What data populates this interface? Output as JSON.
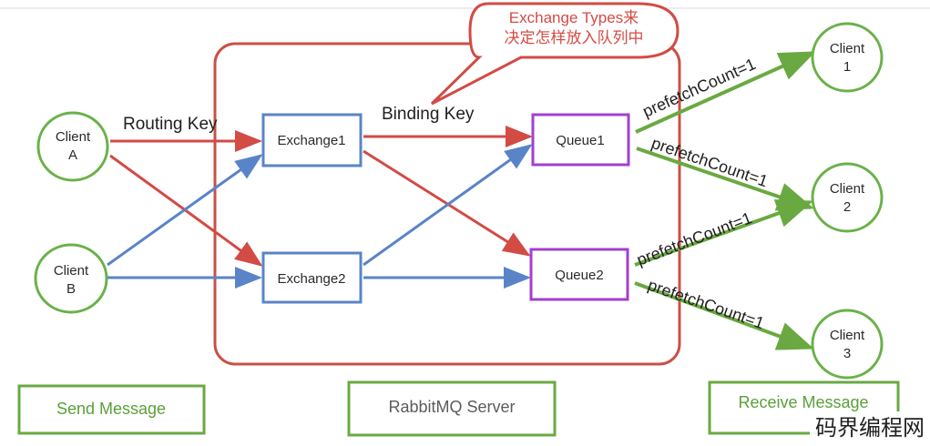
{
  "colors": {
    "red": "#d24b44",
    "blue": "#5a84c8",
    "green": "#6aa941",
    "purple": "#a23fd2",
    "client_green": "#6ab14a",
    "server_red": "#c95048"
  },
  "labels": {
    "routing_key": "Routing Key",
    "binding_key": "Binding Key"
  },
  "callout": {
    "line1": "Exchange Types来",
    "line2": "决定怎样放入队列中"
  },
  "clients": {
    "a_line1": "Client",
    "a_line2": "A",
    "b_line1": "Client",
    "b_line2": "B",
    "r1_line1": "Client",
    "r1_line2": "1",
    "r2_line1": "Client",
    "r2_line2": "2",
    "r3_line1": "Client",
    "r3_line2": "3"
  },
  "exchanges": {
    "e1": "Exchange1",
    "e2": "Exchange2"
  },
  "queues": {
    "q1": "Queue1",
    "q2": "Queue2"
  },
  "prefetch": {
    "p1": "prefetchCount=1",
    "p2": "prefetchCount=1",
    "p3": "prefetchCount=1",
    "p4": "prefetchCount=1"
  },
  "bottom": {
    "send": "Send Message",
    "server": "RabbitMQ Server",
    "receive": "Receive Message"
  },
  "watermark": "码界编程网"
}
